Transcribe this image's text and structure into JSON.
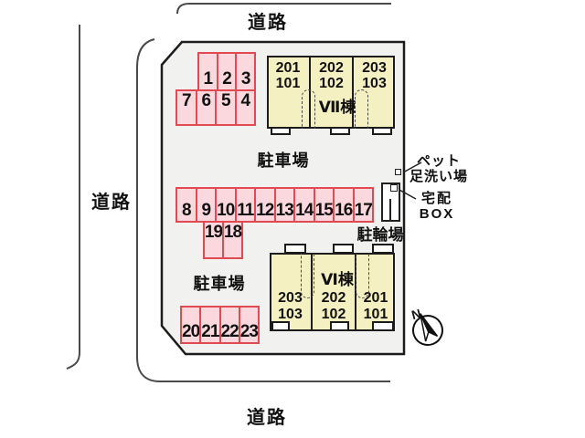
{
  "roads": {
    "top_label": "道路",
    "left_label": "道路",
    "bottom_label": "道路"
  },
  "site": {
    "parking_area_top_label": "駐車場",
    "parking_area_bottom_label": "駐車場",
    "bicycle_parking_label": "駐輪場",
    "pet_wash_label": "ペット\n足洗い場",
    "delivery_box_label": "宅配\nBOX"
  },
  "compass": {
    "north_label": "N"
  },
  "buildings": [
    {
      "name": "Ⅶ棟",
      "units": [
        "201\n101",
        "202\n102",
        "203\n103"
      ]
    },
    {
      "name": "Ⅵ棟",
      "units": [
        "203\n103",
        "202\n102",
        "201\n101"
      ]
    }
  ],
  "parking": {
    "groups": [
      {
        "stalls": [
          "1",
          "2",
          "3"
        ]
      },
      {
        "stalls": [
          "7",
          "6",
          "5",
          "4"
        ]
      },
      {
        "stalls": [
          "8",
          "9",
          "10",
          "11",
          "12",
          "13",
          "14",
          "15",
          "16",
          "17"
        ]
      },
      {
        "stalls": [
          "19",
          "18"
        ]
      },
      {
        "stalls": [
          "20",
          "21",
          "22",
          "23"
        ]
      }
    ]
  },
  "colors": {
    "stall_fill": "#fbd8de",
    "stall_border": "#e24a52",
    "building_fill": "#f5f0c2",
    "site_fill": "#f1f1ef",
    "outline": "#1c1c1c",
    "road_line": "#4a4a4a"
  }
}
